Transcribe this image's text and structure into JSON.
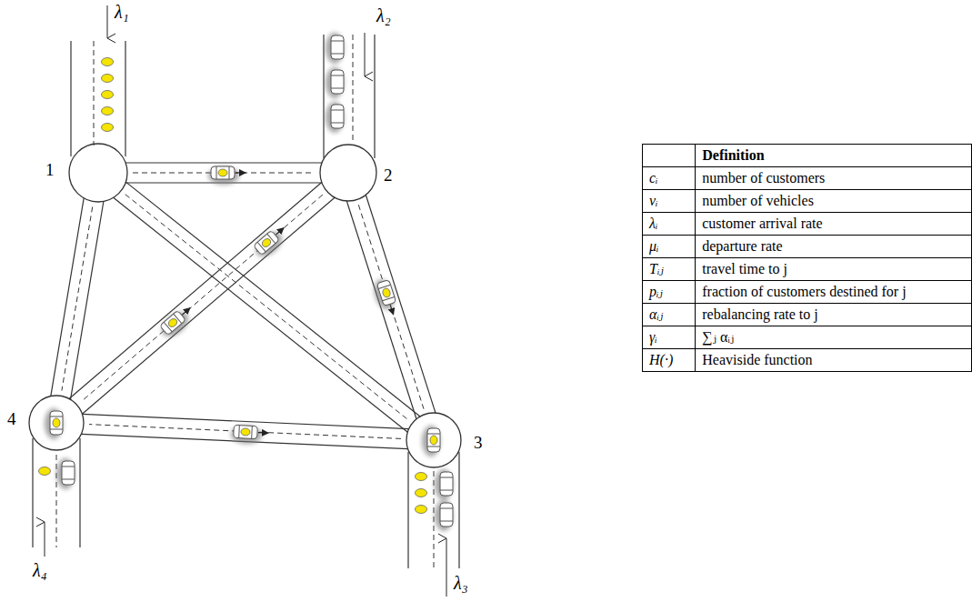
{
  "diagram": {
    "nodes": [
      {
        "text": [
          "1"
        ]
      },
      {
        "text": [
          "2"
        ]
      },
      {
        "text": [
          "3"
        ]
      },
      {
        "text": [
          "4"
        ]
      }
    ],
    "edges": [
      {
        "from": 0,
        "to": 1,
        "arrow": "none"
      },
      {
        "from": 0,
        "to": 2,
        "arrow": "none"
      },
      {
        "from": 0,
        "to": 3,
        "arrow": "none"
      },
      {
        "from": 1,
        "to": 2,
        "arrow": "none"
      },
      {
        "from": 1,
        "to": 3,
        "arrow": "none"
      },
      {
        "from": 2,
        "to": 3,
        "arrow": "none"
      }
    ],
    "labels": [
      "λ₁",
      "λ₂",
      "λ₄",
      "λ₃",
      "Definition",
      "cᵢ",
      "number of customers",
      "vᵢ",
      "number of vehicles",
      "λᵢ",
      "customer arrival rate",
      "μᵢ",
      "departure rate",
      "Tᵢⱼ",
      "travel time to j",
      "pᵢⱼ",
      "fraction of customers destined for j",
      "αᵢⱼ",
      "rebalancing rate to j",
      "γᵢ",
      "∑ⱼ αᵢⱼ",
      "H(·)",
      "Heaviside function"
    ]
  }
}
